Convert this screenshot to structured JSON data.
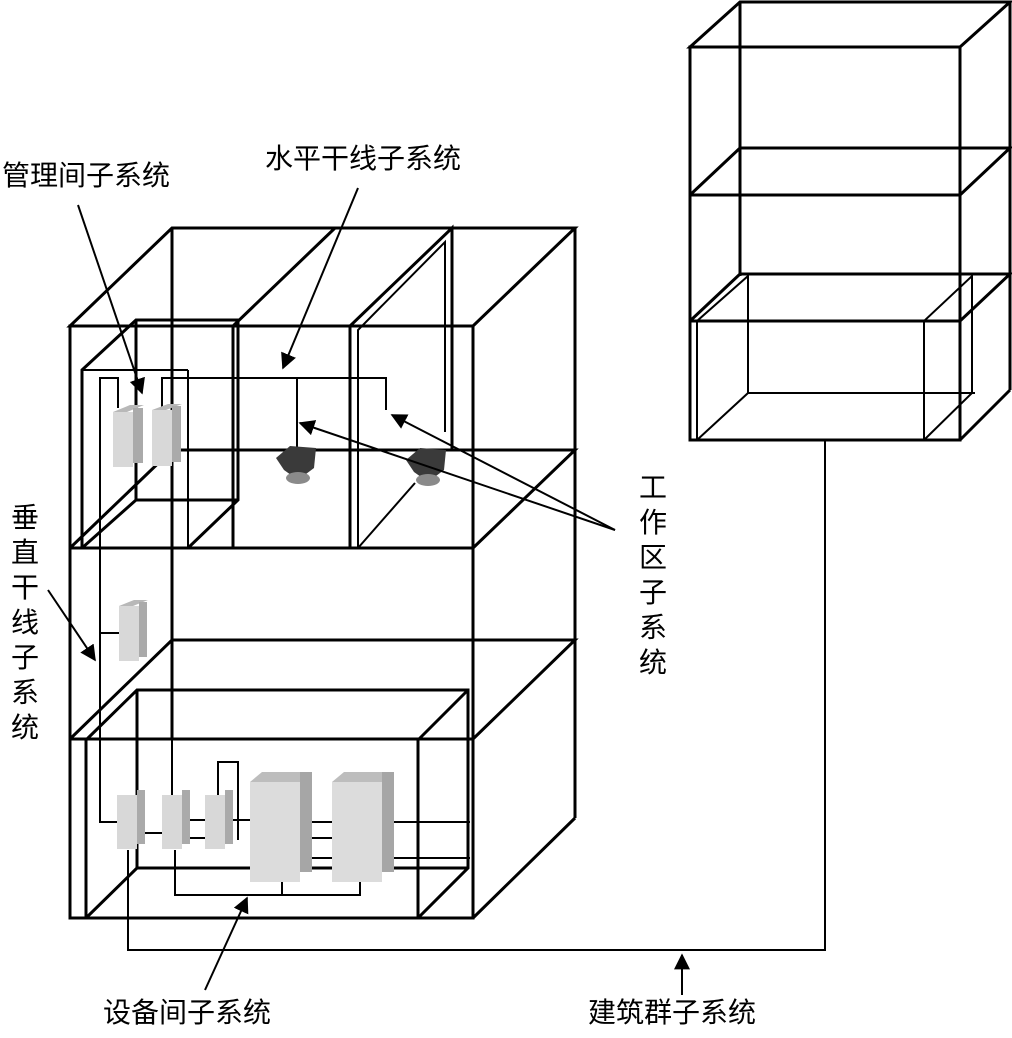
{
  "labels": {
    "management_room": "管理间子系统",
    "horizontal_trunk": "水平干线子系统",
    "vertical_trunk": "垂直干线子系统",
    "work_area": "工作区子系统",
    "equipment_room": "设备间子系统",
    "building_group": "建筑群子系统"
  },
  "colors": {
    "line": "#000000",
    "equipment_fill": "#d6d6d6",
    "equipment_side": "#a8a8a8",
    "background": "#ffffff"
  }
}
